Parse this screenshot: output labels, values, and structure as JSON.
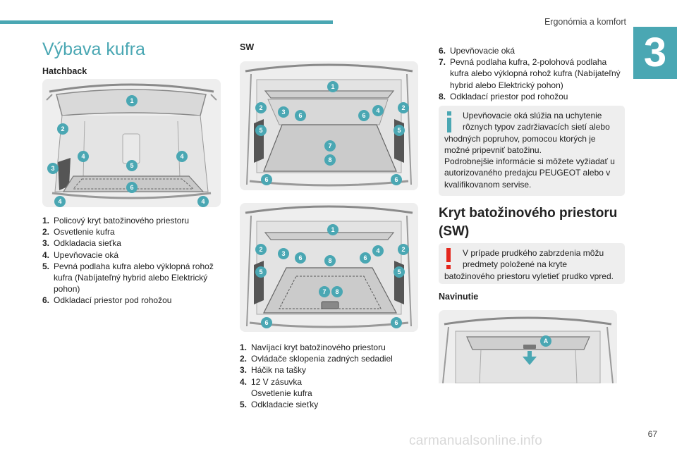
{
  "header": {
    "chapter_title": "Ergonómia a komfort",
    "chapter_number": "3"
  },
  "footer": {
    "page_number": "67",
    "watermark": "carmanualsonline.info"
  },
  "section_title": "Výbava kufra",
  "hatchback": {
    "heading": "Hatchback",
    "items": [
      {
        "n": "1.",
        "text": "Policový kryt batožinového priestoru"
      },
      {
        "n": "2.",
        "text": "Osvetlenie kufra"
      },
      {
        "n": "3.",
        "text": "Odkladacia sieťka"
      },
      {
        "n": "4.",
        "text": "Upevňovacie oká"
      },
      {
        "n": "5.",
        "text": "Pevná podlaha kufra alebo výklopná rohož kufra (Nabíjateľný hybrid alebo Elektrický pohon)"
      },
      {
        "n": "6.",
        "text": "Odkladací priestor pod rohožou"
      }
    ]
  },
  "sw": {
    "heading": "SW",
    "items_a": [
      {
        "n": "1.",
        "text": "Navíjací kryt batožinového priestoru"
      },
      {
        "n": "2.",
        "text": "Ovládače sklopenia zadných sedadiel"
      },
      {
        "n": "3.",
        "text": "Háčik na tašky"
      },
      {
        "n": "4.",
        "text": "12 V zásuvka"
      }
    ],
    "item_4_extra": "Osvetlenie kufra",
    "items_b": [
      {
        "n": "5.",
        "text": "Odkladacie sieťky"
      }
    ]
  },
  "col3_items": [
    {
      "n": "6.",
      "text": "Upevňovacie oká"
    },
    {
      "n": "7.",
      "text": "Pevná podlaha kufra, 2-polohová podlaha kufra alebo výklopná rohož kufra (Nabíjateľný hybrid alebo Elektrický pohon)"
    },
    {
      "n": "8.",
      "text": "Odkladací priestor pod rohožou"
    }
  ],
  "info_note": {
    "first_line": "Upevňovacie oká slúžia na uchytenie",
    "second_line": "rôznych typov zadržiavacích sietí alebo",
    "rest": "vhodných popruhov, pomocou ktorých je možné pripevniť batožinu.",
    "para2": "Podrobnejšie informácie si môžete vyžiadať u autorizovaného predajcu PEUGEOT alebo v kvalifikovanom servise."
  },
  "cover_section": {
    "title": "Kryt batožinového priestoru (SW)"
  },
  "warning_note": {
    "first_line": "V prípade prudkého zabrzdenia môžu",
    "second_line": "predmety položené na kryte",
    "rest": "batožinového priestoru vyletieť prudko vpred."
  },
  "navinutie": {
    "heading": "Navinutie",
    "marker": "A"
  },
  "markers": {
    "n1": "1",
    "n2": "2",
    "n3": "3",
    "n4": "4",
    "n5": "5",
    "n6": "6",
    "n7": "7",
    "n8": "8"
  },
  "colors": {
    "accent": "#4aa7b3",
    "note_bg": "#eeeeee",
    "warning": "#e4261c"
  }
}
